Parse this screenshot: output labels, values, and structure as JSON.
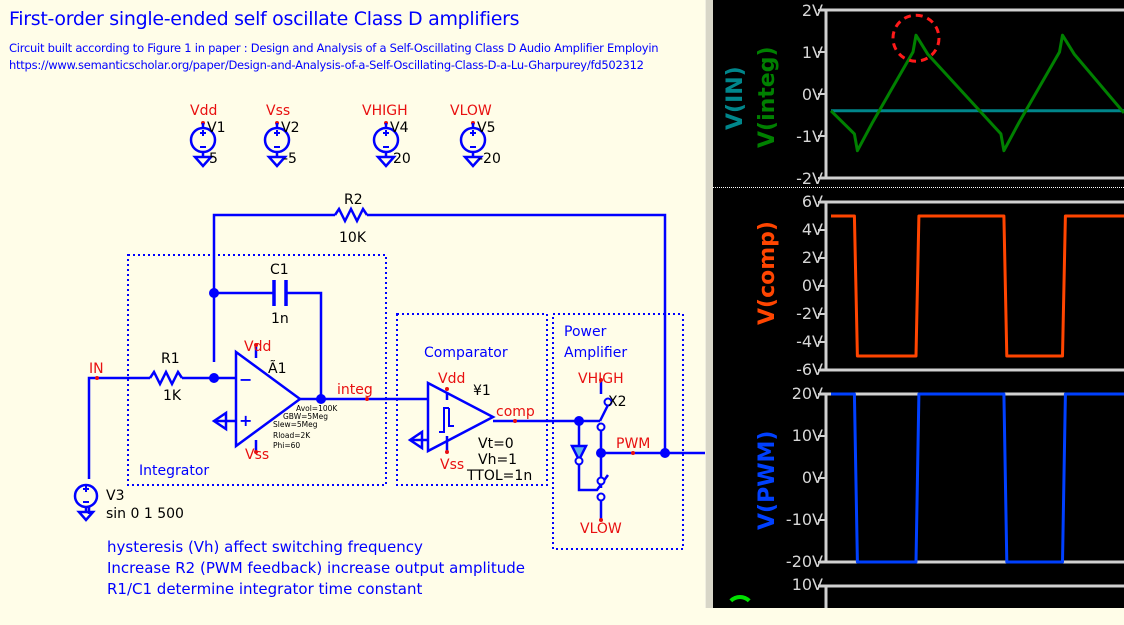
{
  "schematic": {
    "title": "First-order single-ended self oscillate Class D amplifiers",
    "subtitle_line1": "Circuit built according to Figure 1 in paper : Design and Analysis of a Self-Oscillating Class D Audio Amplifier Employin",
    "subtitle_line2": "https://www.semanticscholar.org/paper/Design-and-Analysis-of-a-Self-Oscillating-Class-D-a-Lu-Gharpurey/fd502312",
    "supplies": [
      {
        "net": "Vdd",
        "name": "V1",
        "value": "5"
      },
      {
        "net": "Vss",
        "name": "V2",
        "value": "-5"
      },
      {
        "net": "VHIGH",
        "name": "V4",
        "value": "20"
      },
      {
        "net": "VLOW",
        "name": "V5",
        "value": "-20"
      }
    ],
    "r2": {
      "name": "R2",
      "value": "10K"
    },
    "c1": {
      "name": "C1",
      "value": "1n"
    },
    "r1": {
      "name": "R1",
      "value": "1K"
    },
    "net_in": "IN",
    "net_integ": "integ",
    "net_comp": "comp",
    "net_pwm": "PWM",
    "opamp": {
      "name": "Ã1",
      "vdd": "Vdd",
      "vss": "Vss",
      "params": [
        "Avol=100K",
        "GBW=5Meg",
        "Slew=5Meg",
        "Rload=2K",
        "Phi=60"
      ]
    },
    "comparator": {
      "name": "¥1",
      "vdd": "Vdd",
      "vss": "Vss",
      "params": [
        "Vt=0",
        "Vh=1",
        "TTOL=1n"
      ]
    },
    "switch": {
      "name": "X2",
      "high": "VHIGH",
      "low": "VLOW"
    },
    "v3": {
      "name": "V3",
      "value": "sin 0 1 500"
    },
    "boxes": {
      "integrator": "Integrator",
      "comparator": "Comparator",
      "power_line1": "Power",
      "power_line2": "Amplifier"
    },
    "notes": [
      "hysteresis (Vh) affect switching frequency",
      "Increase R2 (PWM feedback) increase output amplitude",
      "R1/C1 determine integrator time constant"
    ]
  },
  "waveform_viewer": {
    "panes": [
      {
        "traces": [
          {
            "label": "V(IN)",
            "color": "#00868b"
          },
          {
            "label": "V(integ)",
            "color": "#008000"
          }
        ],
        "ticks": [
          "2V",
          "1V",
          "0V",
          "-1V",
          "-2V"
        ]
      },
      {
        "traces": [
          {
            "label": "V(comp)",
            "color": "#ff4500"
          }
        ],
        "ticks": [
          "6V",
          "4V",
          "2V",
          "0V",
          "-2V",
          "-4V",
          "-6V"
        ]
      },
      {
        "traces": [
          {
            "label": "V(PWM)",
            "color": "#0040ff"
          }
        ],
        "ticks": [
          "20V",
          "10V",
          "0V",
          "-10V",
          "-20V"
        ]
      },
      {
        "traces": [],
        "ticks": [
          "10V"
        ]
      }
    ]
  },
  "chart_data": [
    {
      "type": "line",
      "title": "",
      "ylabel": "V(IN), V(integ)",
      "ylim": [
        -2,
        2
      ],
      "yticks": [
        "2V",
        "1V",
        "0V",
        "-1V",
        "-2V"
      ],
      "x": [
        0,
        0.08,
        0.09,
        0.14,
        0.28,
        0.29,
        0.33,
        0.58,
        0.59,
        0.64,
        0.78,
        0.79,
        0.83,
        1.0
      ],
      "series": [
        {
          "name": "V(IN)",
          "color": "#00868b",
          "values": [
            -0.4,
            -0.4,
            -0.4,
            -0.4,
            -0.4,
            -0.4,
            -0.4,
            -0.4,
            -0.4,
            -0.4,
            -0.4,
            -0.4,
            -0.4,
            -0.4
          ]
        },
        {
          "name": "V(integ)",
          "color": "#008000",
          "values": [
            -0.4,
            -0.95,
            -1.35,
            -0.7,
            1.0,
            1.4,
            0.95,
            -0.95,
            -1.35,
            -0.7,
            1.0,
            1.4,
            0.95,
            -0.45
          ]
        }
      ],
      "annotation": "dashed red circle around first V(integ) peak"
    },
    {
      "type": "line",
      "ylabel": "V(comp)",
      "ylim": [
        -6,
        6
      ],
      "yticks": [
        "6V",
        "4V",
        "2V",
        "0V",
        "-2V",
        "-4V",
        "-6V"
      ],
      "x": [
        0,
        0.08,
        0.09,
        0.29,
        0.3,
        0.59,
        0.6,
        0.79,
        0.8,
        1.0
      ],
      "series": [
        {
          "name": "V(comp)",
          "color": "#ff4500",
          "values": [
            5,
            5,
            -5,
            -5,
            5,
            5,
            -5,
            -5,
            5,
            5
          ]
        }
      ]
    },
    {
      "type": "line",
      "ylabel": "V(PWM)",
      "ylim": [
        -20,
        20
      ],
      "yticks": [
        "20V",
        "10V",
        "0V",
        "-10V",
        "-20V"
      ],
      "x": [
        0,
        0.08,
        0.09,
        0.29,
        0.3,
        0.59,
        0.6,
        0.79,
        0.8,
        1.0
      ],
      "series": [
        {
          "name": "V(PWM)",
          "color": "#0040ff",
          "values": [
            20,
            20,
            -20,
            -20,
            20,
            20,
            -20,
            -20,
            20,
            20
          ]
        }
      ]
    }
  ]
}
